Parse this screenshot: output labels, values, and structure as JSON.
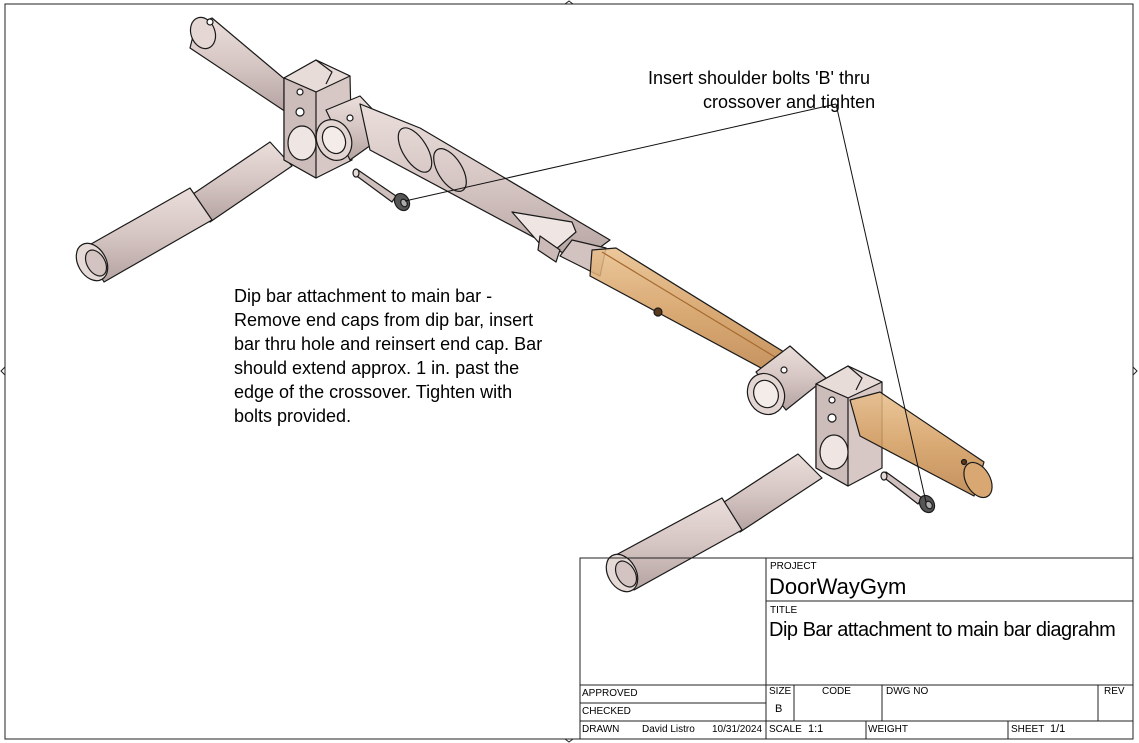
{
  "annotations": {
    "shoulder_bolts": {
      "line1": "Insert shoulder bolts 'B' thru",
      "line2": "crossover and tighten"
    },
    "dip_bar": {
      "lines": [
        "Dip bar attachment to main bar -",
        "Remove end caps from dip bar, insert",
        "bar thru hole and reinsert end cap. Bar",
        "should extend approx. 1 in. past the",
        "edge of the crossover. Tighten with",
        "bolts provided."
      ]
    }
  },
  "title_block": {
    "project_label": "PROJECT",
    "project": "DoorWayGym",
    "title_label": "TITLE",
    "title": "Dip Bar attachment to main bar diagrahm",
    "approved_label": "APPROVED",
    "checked_label": "CHECKED",
    "drawn_label": "DRAWN",
    "drawn_by": "David Listro",
    "drawn_date": "10/31/2024",
    "size_label": "SIZE",
    "size": "B",
    "code_label": "CODE",
    "dwg_no_label": "DWG NO",
    "rev_label": "REV",
    "scale_label": "SCALE",
    "scale": "1:1",
    "weight_label": "WEIGHT",
    "sheet_label": "SHEET",
    "sheet": "1/1"
  },
  "colors": {
    "part_fill": "#d9c9c6",
    "part_shade": "#bfaeab",
    "glass_fill": "#d7a468",
    "line": "#1a1a1a"
  }
}
